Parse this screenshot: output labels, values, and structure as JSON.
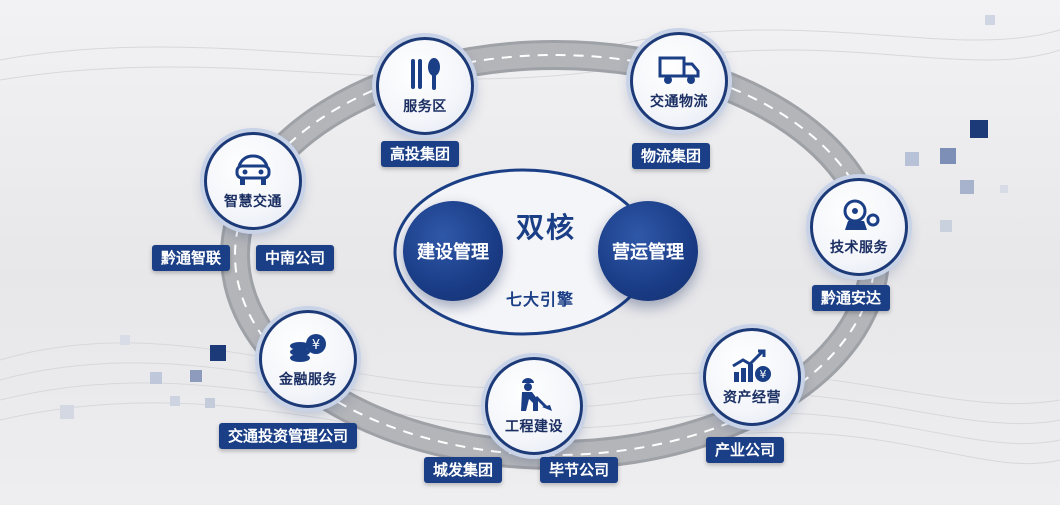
{
  "center": {
    "title": "双核",
    "subtitle": "七大引擎",
    "left_core": "建设管理",
    "right_core": "营运管理"
  },
  "nodes": [
    {
      "label": "服务区",
      "icon": "utensils-icon",
      "tags": [
        "高投集团"
      ]
    },
    {
      "label": "交通物流",
      "icon": "truck-icon",
      "tags": [
        "物流集团"
      ]
    },
    {
      "label": "智慧交通",
      "icon": "smart-car-icon",
      "tags": [
        "黔通智联",
        "中南公司"
      ]
    },
    {
      "label": "技术服务",
      "icon": "robot-gear-icon",
      "tags": [
        "黔通安达"
      ]
    },
    {
      "label": "金融服务",
      "icon": "coins-icon",
      "tags": [
        "交通投资管理公司"
      ]
    },
    {
      "label": "工程建设",
      "icon": "worker-shovel-icon",
      "tags": [
        "城发集团",
        "毕节公司"
      ]
    },
    {
      "label": "资产经营",
      "icon": "growth-chart-icon",
      "tags": [
        "产业公司"
      ]
    }
  ],
  "colors": {
    "primary": "#1b3f86",
    "road": "#a9abaf",
    "accent_square": "#1d3a78"
  }
}
